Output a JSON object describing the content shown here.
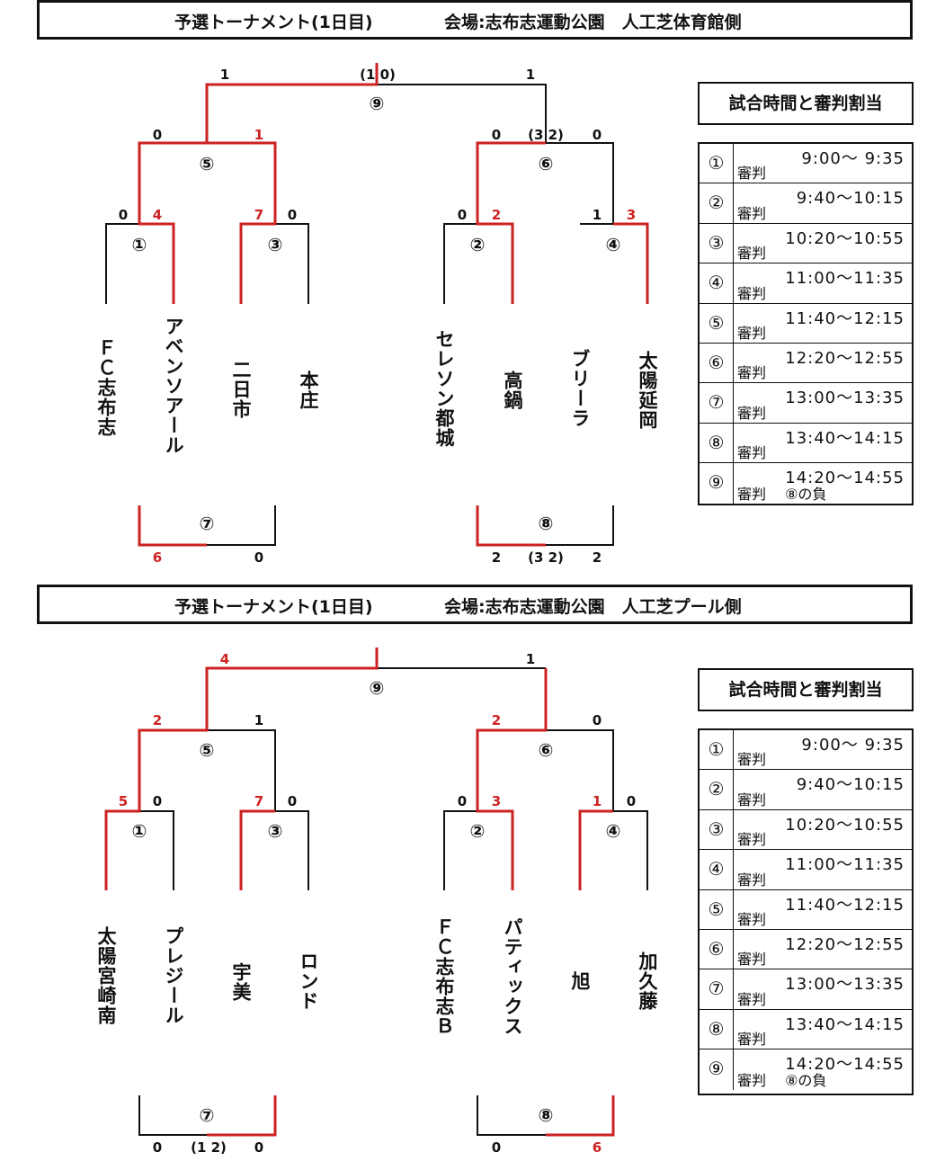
{
  "sections": [
    {
      "header_title": "予選トーナメント(1日目)",
      "header_venue": "会場:志布志運動公園　人工芝体育館側",
      "sched_title": "試合時間と審判割当",
      "schedule": [
        {
          "num": "①",
          "time": "9:00〜 9:35",
          "ref": "審判"
        },
        {
          "num": "②",
          "time": "9:40〜10:15",
          "ref": "審判"
        },
        {
          "num": "③",
          "time": "10:20〜10:55",
          "ref": "審判"
        },
        {
          "num": "④",
          "time": "11:00〜11:35",
          "ref": "審判"
        },
        {
          "num": "⑤",
          "time": "11:40〜12:15",
          "ref": "審判"
        },
        {
          "num": "⑥",
          "time": "12:20〜12:55",
          "ref": "審判"
        },
        {
          "num": "⑦",
          "time": "13:00〜13:35",
          "ref": "審判"
        },
        {
          "num": "⑧",
          "time": "13:40〜14:15",
          "ref": "審判"
        },
        {
          "num": "⑨",
          "time": "14:20〜14:55",
          "ref": "審判　 ⑧の負"
        }
      ],
      "teams": [
        "ＦＣ志布志",
        "アベンソアール",
        "二日市",
        "本庄",
        "セレソン都城",
        "高鍋",
        "ブリーラ",
        "太陽延岡"
      ],
      "match_labels": {
        "m1": "①",
        "m2": "②",
        "m3": "③",
        "m4": "④",
        "m5": "⑤",
        "m6": "⑥",
        "m7": "⑦",
        "m8": "⑧",
        "m9": "⑨"
      },
      "scores": {
        "m1_l": "0",
        "m1_r": "4",
        "m3_l": "7",
        "m3_r": "0",
        "m2_l": "0",
        "m2_r": "2",
        "m4_l": "1",
        "m4_r": "3",
        "m5_l": "0",
        "m5_r": "1",
        "m6_l": "0",
        "m6_pk": "(3 2)",
        "m6_r": "0",
        "m9_l": "1",
        "m9_pk": "(1 0)",
        "m9_r": "1",
        "m7_l": "6",
        "m7_r": "0",
        "m8_l": "2",
        "m8_pk": "(3 2)",
        "m8_r": "2"
      },
      "colors": {
        "win": "#cc2222",
        "line": "#111111"
      }
    },
    {
      "header_title": "予選トーナメント(1日目)",
      "header_venue": "会場:志布志運動公園　人工芝プール側",
      "sched_title": "試合時間と審判割当",
      "schedule": [
        {
          "num": "①",
          "time": "9:00〜 9:35",
          "ref": "審判"
        },
        {
          "num": "②",
          "time": "9:40〜10:15",
          "ref": "審判"
        },
        {
          "num": "③",
          "time": "10:20〜10:55",
          "ref": "審判"
        },
        {
          "num": "④",
          "time": "11:00〜11:35",
          "ref": "審判"
        },
        {
          "num": "⑤",
          "time": "11:40〜12:15",
          "ref": "審判"
        },
        {
          "num": "⑥",
          "time": "12:20〜12:55",
          "ref": "審判"
        },
        {
          "num": "⑦",
          "time": "13:00〜13:35",
          "ref": "審判"
        },
        {
          "num": "⑧",
          "time": "13:40〜14:15",
          "ref": "審判"
        },
        {
          "num": "⑨",
          "time": "14:20〜14:55",
          "ref": "審判　 ⑧の負"
        }
      ],
      "teams": [
        "太陽宮崎南",
        "プレジール",
        "宇美",
        "ロンド",
        "ＦＣ志布志Ｂ",
        "パティックス",
        "旭",
        "加久藤"
      ],
      "match_labels": {
        "m1": "①",
        "m2": "②",
        "m3": "③",
        "m4": "④",
        "m5": "⑤",
        "m6": "⑥",
        "m7": "⑦",
        "m8": "⑧",
        "m9": "⑨"
      },
      "scores": {
        "m1_l": "5",
        "m1_r": "0",
        "m3_l": "7",
        "m3_r": "0",
        "m2_l": "0",
        "m2_r": "3",
        "m4_l": "1",
        "m4_r": "0",
        "m5_l": "2",
        "m5_r": "1",
        "m6_l": "2",
        "m6_r": "0",
        "m9_l": "4",
        "m9_r": "1",
        "m7_l": "0",
        "m7_pk": "(1 2)",
        "m7_r": "0",
        "m8_l": "0",
        "m8_r": "6"
      },
      "colors": {
        "win": "#cc2222",
        "line": "#111111"
      }
    }
  ]
}
